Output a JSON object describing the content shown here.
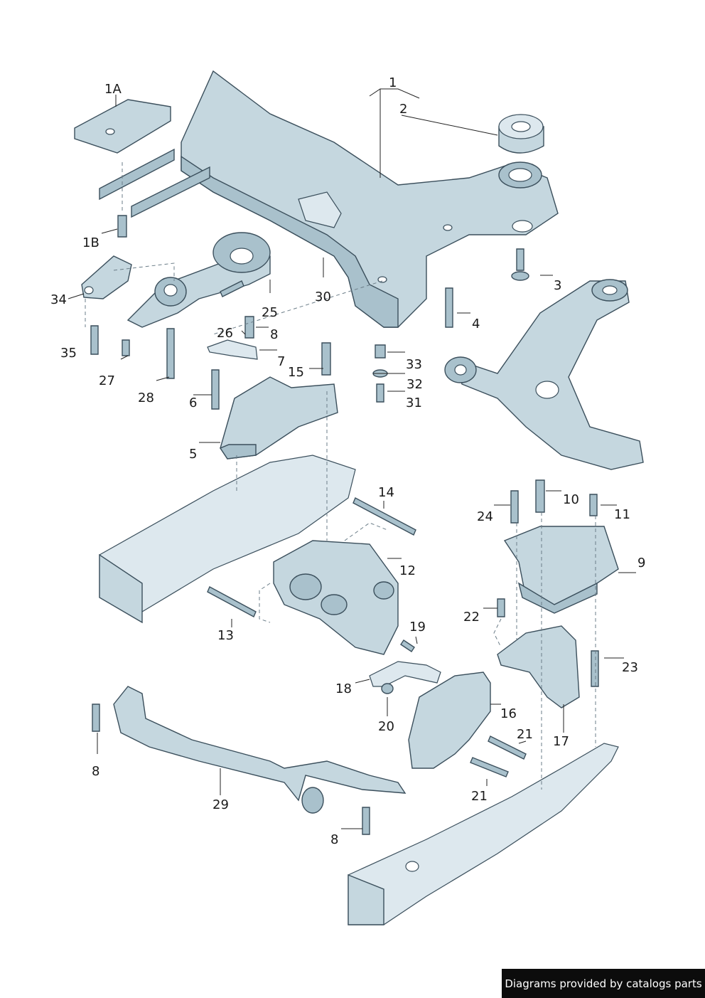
{
  "credit": "Diagrams provided by catalogs parts",
  "callouts": [
    {
      "id": "c1",
      "text": "1"
    },
    {
      "id": "c2",
      "text": "2"
    },
    {
      "id": "c1a",
      "text": "1A"
    },
    {
      "id": "c1b",
      "text": "1B"
    },
    {
      "id": "c3",
      "text": "3"
    },
    {
      "id": "c4",
      "text": "4"
    },
    {
      "id": "c5",
      "text": "5"
    },
    {
      "id": "c6",
      "text": "6"
    },
    {
      "id": "c7",
      "text": "7"
    },
    {
      "id": "c8a",
      "text": "8"
    },
    {
      "id": "c8b",
      "text": "8"
    },
    {
      "id": "c8c",
      "text": "8"
    },
    {
      "id": "c9",
      "text": "9"
    },
    {
      "id": "c10",
      "text": "10"
    },
    {
      "id": "c11",
      "text": "11"
    },
    {
      "id": "c12",
      "text": "12"
    },
    {
      "id": "c13",
      "text": "13"
    },
    {
      "id": "c14",
      "text": "14"
    },
    {
      "id": "c15",
      "text": "15"
    },
    {
      "id": "c16",
      "text": "16"
    },
    {
      "id": "c17",
      "text": "17"
    },
    {
      "id": "c18",
      "text": "18"
    },
    {
      "id": "c19",
      "text": "19"
    },
    {
      "id": "c20",
      "text": "20"
    },
    {
      "id": "c21a",
      "text": "21"
    },
    {
      "id": "c21b",
      "text": "21"
    },
    {
      "id": "c22",
      "text": "22"
    },
    {
      "id": "c23",
      "text": "23"
    },
    {
      "id": "c24",
      "text": "24"
    },
    {
      "id": "c25",
      "text": "25"
    },
    {
      "id": "c26",
      "text": "26"
    },
    {
      "id": "c27",
      "text": "27"
    },
    {
      "id": "c28",
      "text": "28"
    },
    {
      "id": "c29",
      "text": "29"
    },
    {
      "id": "c30",
      "text": "30"
    },
    {
      "id": "c31",
      "text": "31"
    },
    {
      "id": "c32",
      "text": "32"
    },
    {
      "id": "c33",
      "text": "33"
    },
    {
      "id": "c34",
      "text": "34"
    },
    {
      "id": "c35",
      "text": "35"
    }
  ]
}
